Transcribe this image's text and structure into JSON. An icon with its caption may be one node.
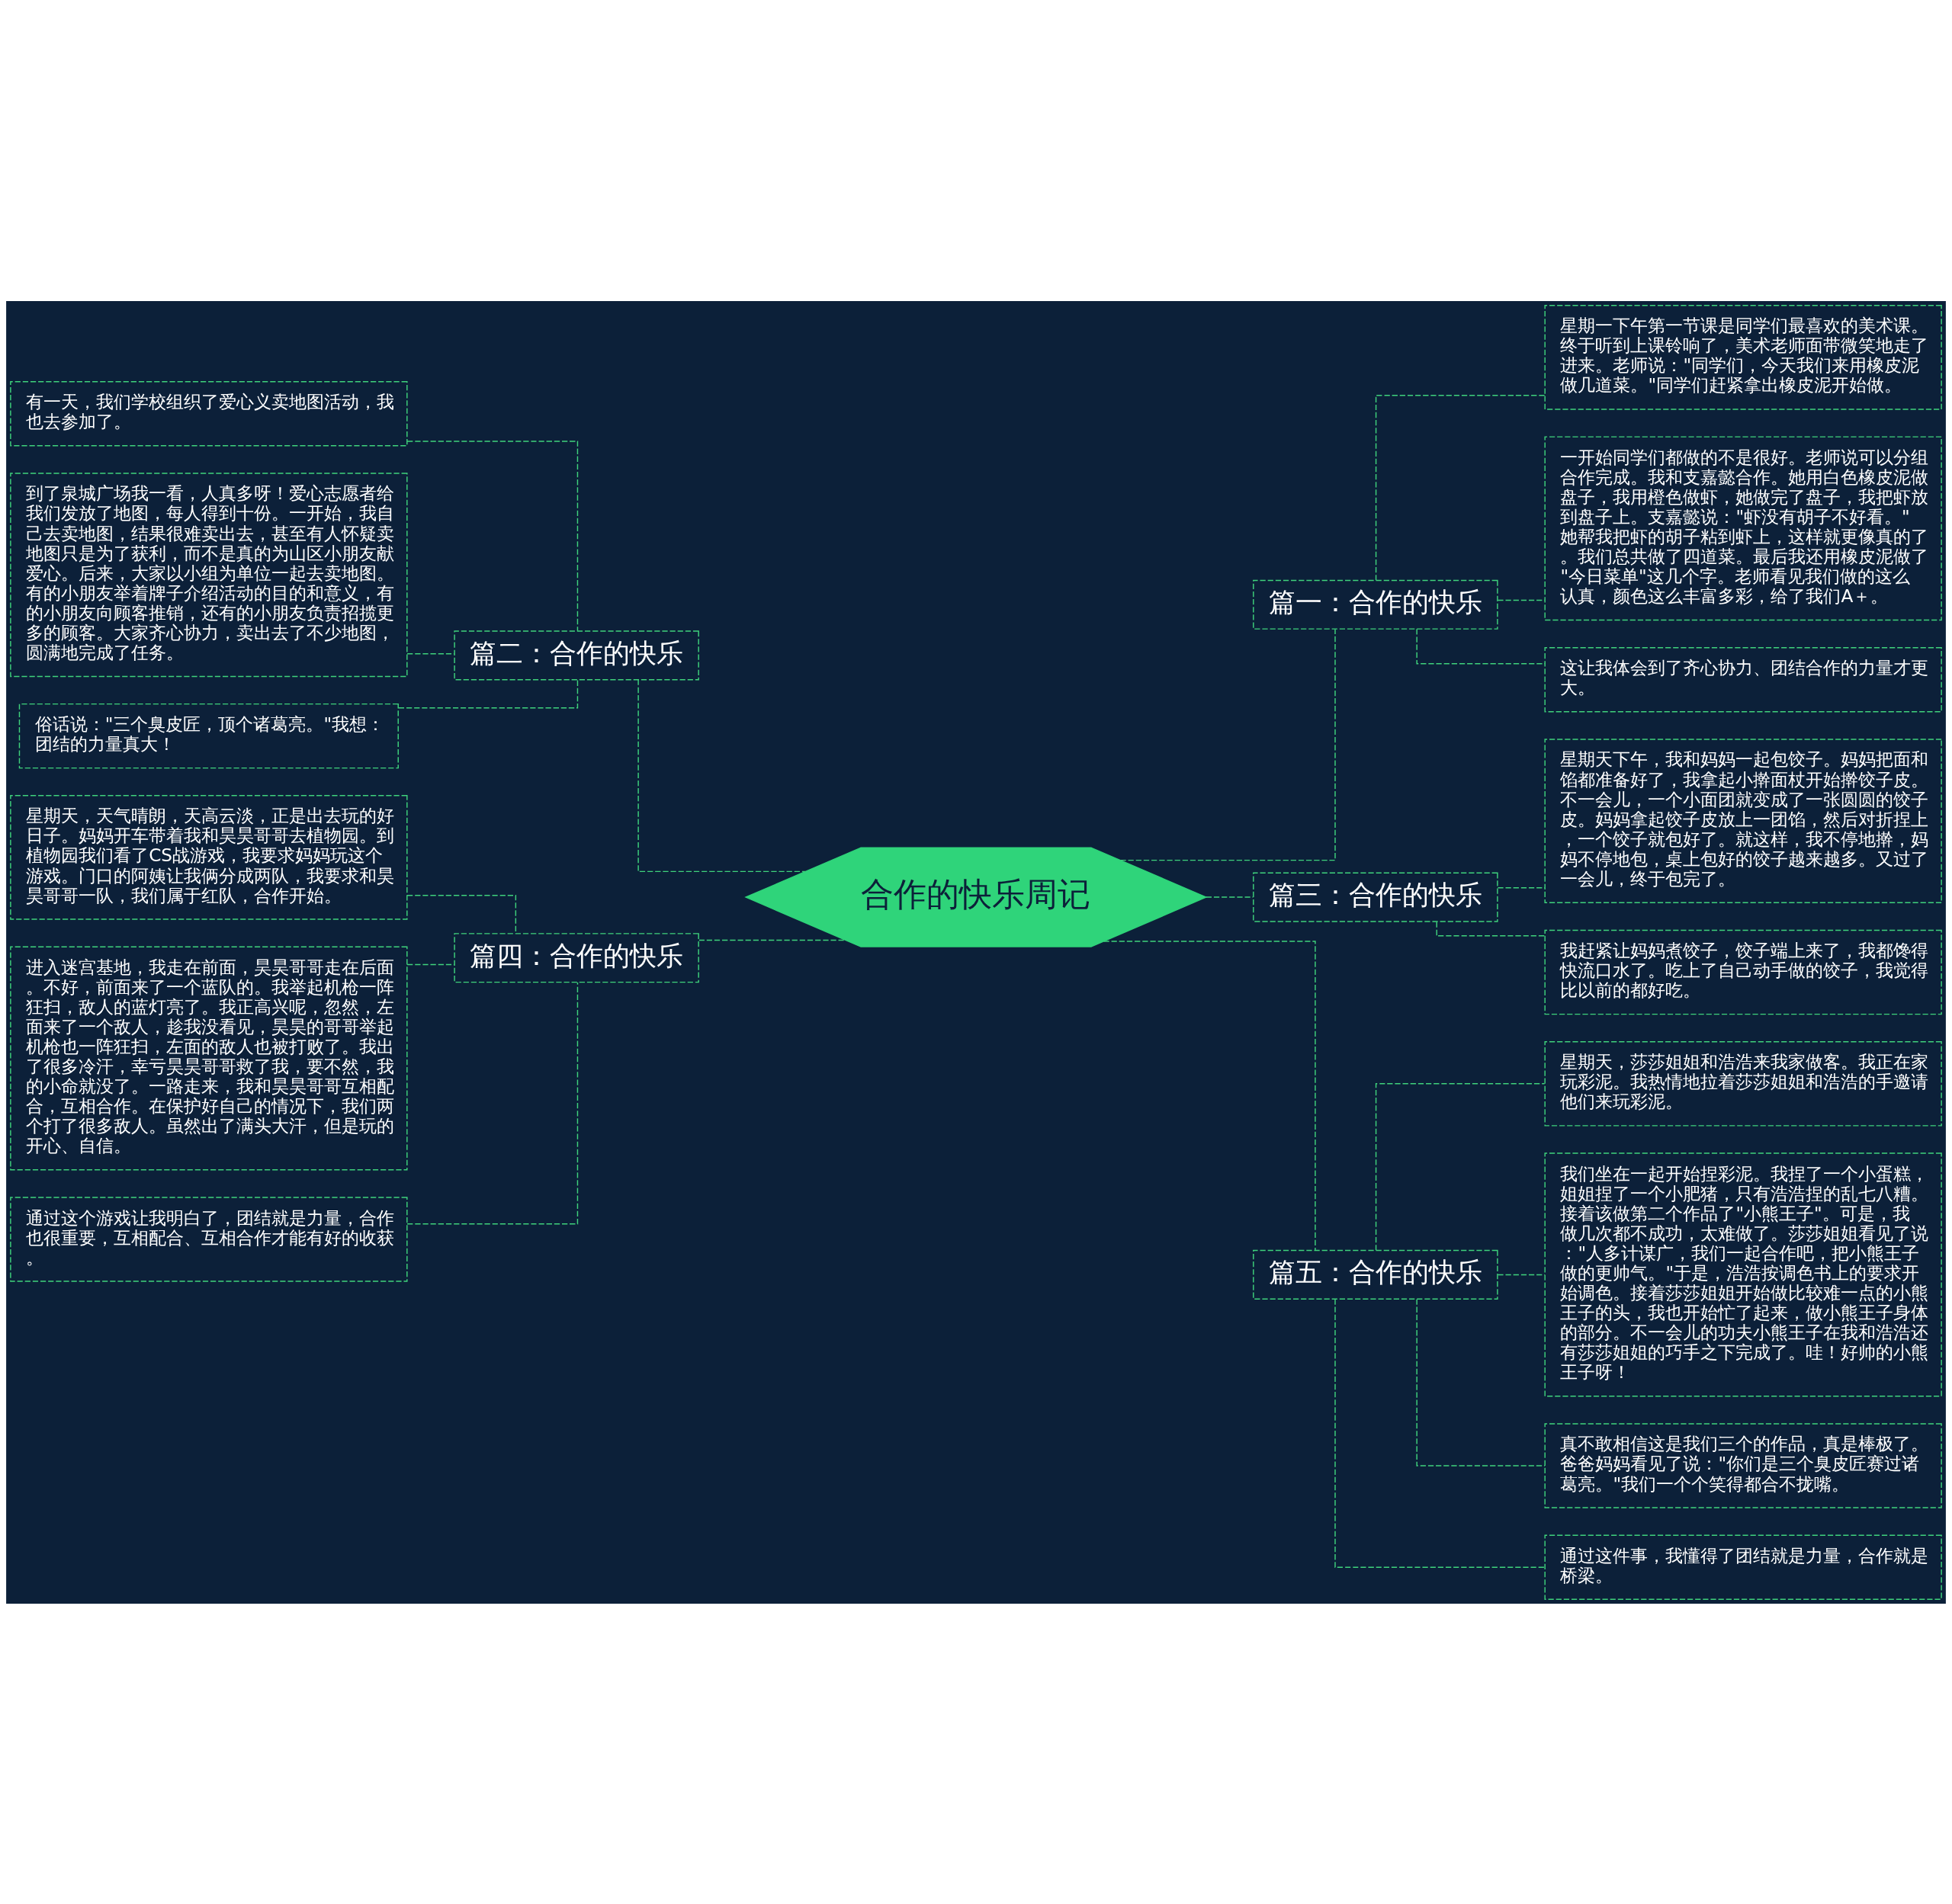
{
  "diagram": {
    "nodes": [
      {
        "text": [
          "合作的快乐周记"
        ]
      },
      {
        "text": [
          "篇一：合作的快乐"
        ]
      },
      {
        "text": [
          "星期一下午第一节课是同学们最喜欢的美术课。终于听到上课铃响了，美术老师面带微笑地走了进来。老师说：\"同学们，今天我们来用橡皮泥做几道菜。\"同学们赶紧拿出橡皮泥开始做。"
        ]
      },
      {
        "text": [
          "一开始同学们都做的不是很好。老师说可以分组合作完成。我和支嘉懿合作。她用白色橡皮泥做盘子，我用橙色做虾，她做完了盘子，我把虾放到盘子上。支嘉懿说：\"虾没有胡子不好看。\"她帮我把虾的胡子粘到虾上，这样就更像真的了。我们总共做了四道菜。最后我还用橡皮泥做了\"今日菜单\"这几个字。老师看见我们做的这么认真，颜色这么丰富多彩，给了我们A＋。"
        ]
      },
      {
        "text": [
          "这让我体会到了齐心协力、团结合作的力量才更大。"
        ]
      },
      {
        "text": [
          "篇二：合作的快乐"
        ]
      },
      {
        "text": [
          "有一天，我们学校组织了爱心义卖地图活动，我也去参加了。"
        ]
      },
      {
        "text": [
          "到了泉城广场我一看，人真多呀！爱心志愿者给我们发放了地图，每人得到十份。一开始，我自己去卖地图，结果很难卖出去，甚至有人怀疑卖地图只是为了获利，而不是真的为山区小朋友献爱心。后来，大家以小组为单位一起去卖地图。有的小朋友举着牌子介绍活动的目的和意义，有的小朋友向顾客推销，还有的小朋友负责招揽更多的顾客。大家齐心协力，卖出去了不少地图，圆满地完成了任务。"
        ]
      },
      {
        "text": [
          "俗话说：\"三个臭皮匠，顶个诸葛亮。\"我想：团结的力量真大！"
        ]
      },
      {
        "text": [
          "篇三：合作的快乐"
        ]
      },
      {
        "text": [
          "星期天下午，我和妈妈一起包饺子。妈妈把面和馅都准备好了，我拿起小擀面杖开始擀饺子皮。不一会儿，一个小面团就变成了一张圆圆的饺子皮。妈妈拿起饺子皮放上一团馅，然后对折捏上，一个饺子就包好了。就这样，我不停地擀，妈妈不停地包，桌上包好的饺子越来越多。又过了一会儿，终于包完了。"
        ]
      },
      {
        "text": [
          "我赶紧让妈妈煮饺子，饺子端上来了，我都馋得快流口水了。吃上了自己动手做的饺子，我觉得比以前的都好吃。"
        ]
      },
      {
        "text": [
          "篇四：合作的快乐"
        ]
      },
      {
        "text": [
          "星期天，天气晴朗，天高云淡，正是出去玩的好日子。妈妈开车带着我和昊昊哥哥去植物园。到植物园我们看了CS战游戏，我要求妈妈玩这个游戏。门口的阿姨让我俩分成两队，我要求和昊昊哥哥一队，我们属于红队，合作开始。"
        ]
      },
      {
        "text": [
          "进入迷宫基地，我走在前面，昊昊哥哥走在后面。不好，前面来了一个蓝队的。我举起机枪一阵狂扫，敌人的蓝灯亮了。我正高兴呢，忽然，左面来了一个敌人，趁我没看见，昊昊的哥哥举起机枪也一阵狂扫，左面的敌人也被打败了。我出了很多冷汗，幸亏昊昊哥哥救了我，要不然，我的小命就没了。一路走来，我和昊昊哥哥互相配合，互相合作。在保护好自己的情况下，我们两个打了很多敌人。虽然出了满头大汗，但是玩的开心、自信。"
        ]
      },
      {
        "text": [
          "通过这个游戏让我明白了，团结就是力量，合作也很重要，互相配合、互相合作才能有好的收获。"
        ]
      },
      {
        "text": [
          "篇五：合作的快乐"
        ]
      },
      {
        "text": [
          "星期天，莎莎姐姐和浩浩来我家做客。我正在家玩彩泥。我热情地拉着莎莎姐姐和浩浩的手邀请他们来玩彩泥。"
        ]
      },
      {
        "text": [
          "我们坐在一起开始捏彩泥。我捏了一个小蛋糕，姐姐捏了一个小肥猪，只有浩浩捏的乱七八糟。接着该做第二个作品了\"小熊王子\"。可是，我做几次都不成功，太难做了。莎莎姐姐看见了说：\"人多计谋广，我们一起合作吧，把小熊王子做的更帅气。\"于是，浩浩按调色书上的要求开始调色。接着莎莎姐姐开始做比较难一点的小熊王子的头，我也开始忙了起来，做小熊王子身体的部分。不一会儿的功夫小熊王子在我和浩浩还有莎莎姐姐的巧手之下完成了。哇！好帅的小熊王子呀！"
        ]
      },
      {
        "text": [
          "真不敢相信这是我们三个的作品，真是棒极了。爸爸妈妈看见了说：\"你们是三个臭皮匠赛过诸葛亮。\"我们一个个笑得都合不拢嘴。"
        ]
      },
      {
        "text": [
          "通过这件事，我懂得了团结就是力量，合作就是桥梁。"
        ]
      }
    ],
    "edges": [
      {
        "from": 0,
        "to": 1,
        "arrow": "none",
        "style": "dashed"
      },
      {
        "from": 1,
        "to": 2,
        "arrow": "none",
        "style": "dashed"
      },
      {
        "from": 1,
        "to": 3,
        "arrow": "none",
        "style": "dashed"
      },
      {
        "from": 1,
        "to": 4,
        "arrow": "none",
        "style": "dashed"
      },
      {
        "from": 0,
        "to": 5,
        "arrow": "none",
        "style": "dashed"
      },
      {
        "from": 5,
        "to": 6,
        "arrow": "none",
        "style": "dashed"
      },
      {
        "from": 5,
        "to": 7,
        "arrow": "none",
        "style": "dashed"
      },
      {
        "from": 5,
        "to": 8,
        "arrow": "none",
        "style": "dashed"
      },
      {
        "from": 0,
        "to": 9,
        "arrow": "none",
        "style": "dashed"
      },
      {
        "from": 9,
        "to": 10,
        "arrow": "none",
        "style": "dashed"
      },
      {
        "from": 9,
        "to": 11,
        "arrow": "none",
        "style": "dashed"
      },
      {
        "from": 0,
        "to": 12,
        "arrow": "none",
        "style": "dashed"
      },
      {
        "from": 12,
        "to": 13,
        "arrow": "none",
        "style": "dashed"
      },
      {
        "from": 12,
        "to": 14,
        "arrow": "none",
        "style": "dashed"
      },
      {
        "from": 12,
        "to": 15,
        "arrow": "none",
        "style": "dashed"
      },
      {
        "from": 0,
        "to": 16,
        "arrow": "none",
        "style": "dashed"
      },
      {
        "from": 16,
        "to": 17,
        "arrow": "none",
        "style": "dashed"
      },
      {
        "from": 16,
        "to": 18,
        "arrow": "none",
        "style": "dashed"
      },
      {
        "from": 16,
        "to": 19,
        "arrow": "none",
        "style": "dashed"
      },
      {
        "from": 16,
        "to": 20,
        "arrow": "none",
        "style": "dashed"
      }
    ]
  }
}
